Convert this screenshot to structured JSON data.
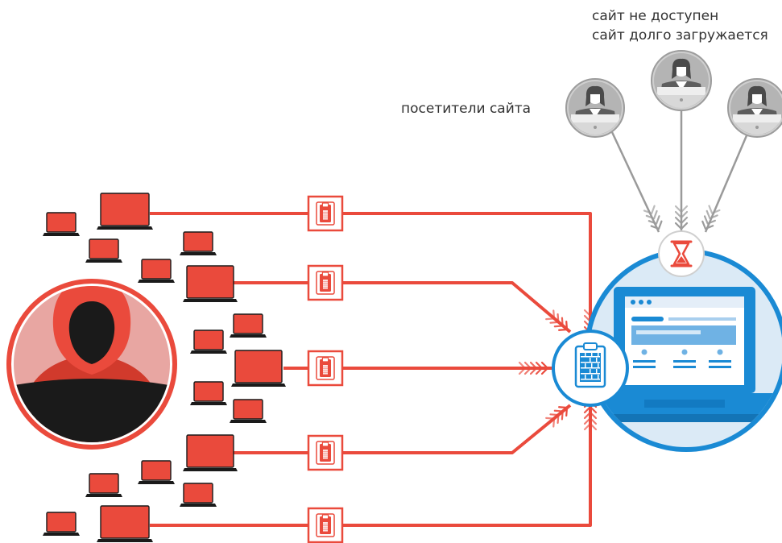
{
  "labels": {
    "site_unavailable": "сайт не доступен",
    "site_slow": "сайт долго загружается",
    "site_visitors": "посетители сайта"
  },
  "colors": {
    "attack": "#ea4a3c",
    "attack_dark": "#d13a2c",
    "server_blue": "#1a8ad4",
    "server_light": "#dbeaf6",
    "visitor_gray": "#b4b4b4",
    "arrow_gray": "#9a9a9a",
    "hacker_bg": "#e8a6a2"
  },
  "icons": {
    "attacker": "hooded-hacker-icon",
    "bot": "laptop-icon",
    "request": "clipboard-icon",
    "visitor": "user-icon",
    "waiting": "hourglass-icon",
    "server": "web-server-laptop-icon"
  }
}
